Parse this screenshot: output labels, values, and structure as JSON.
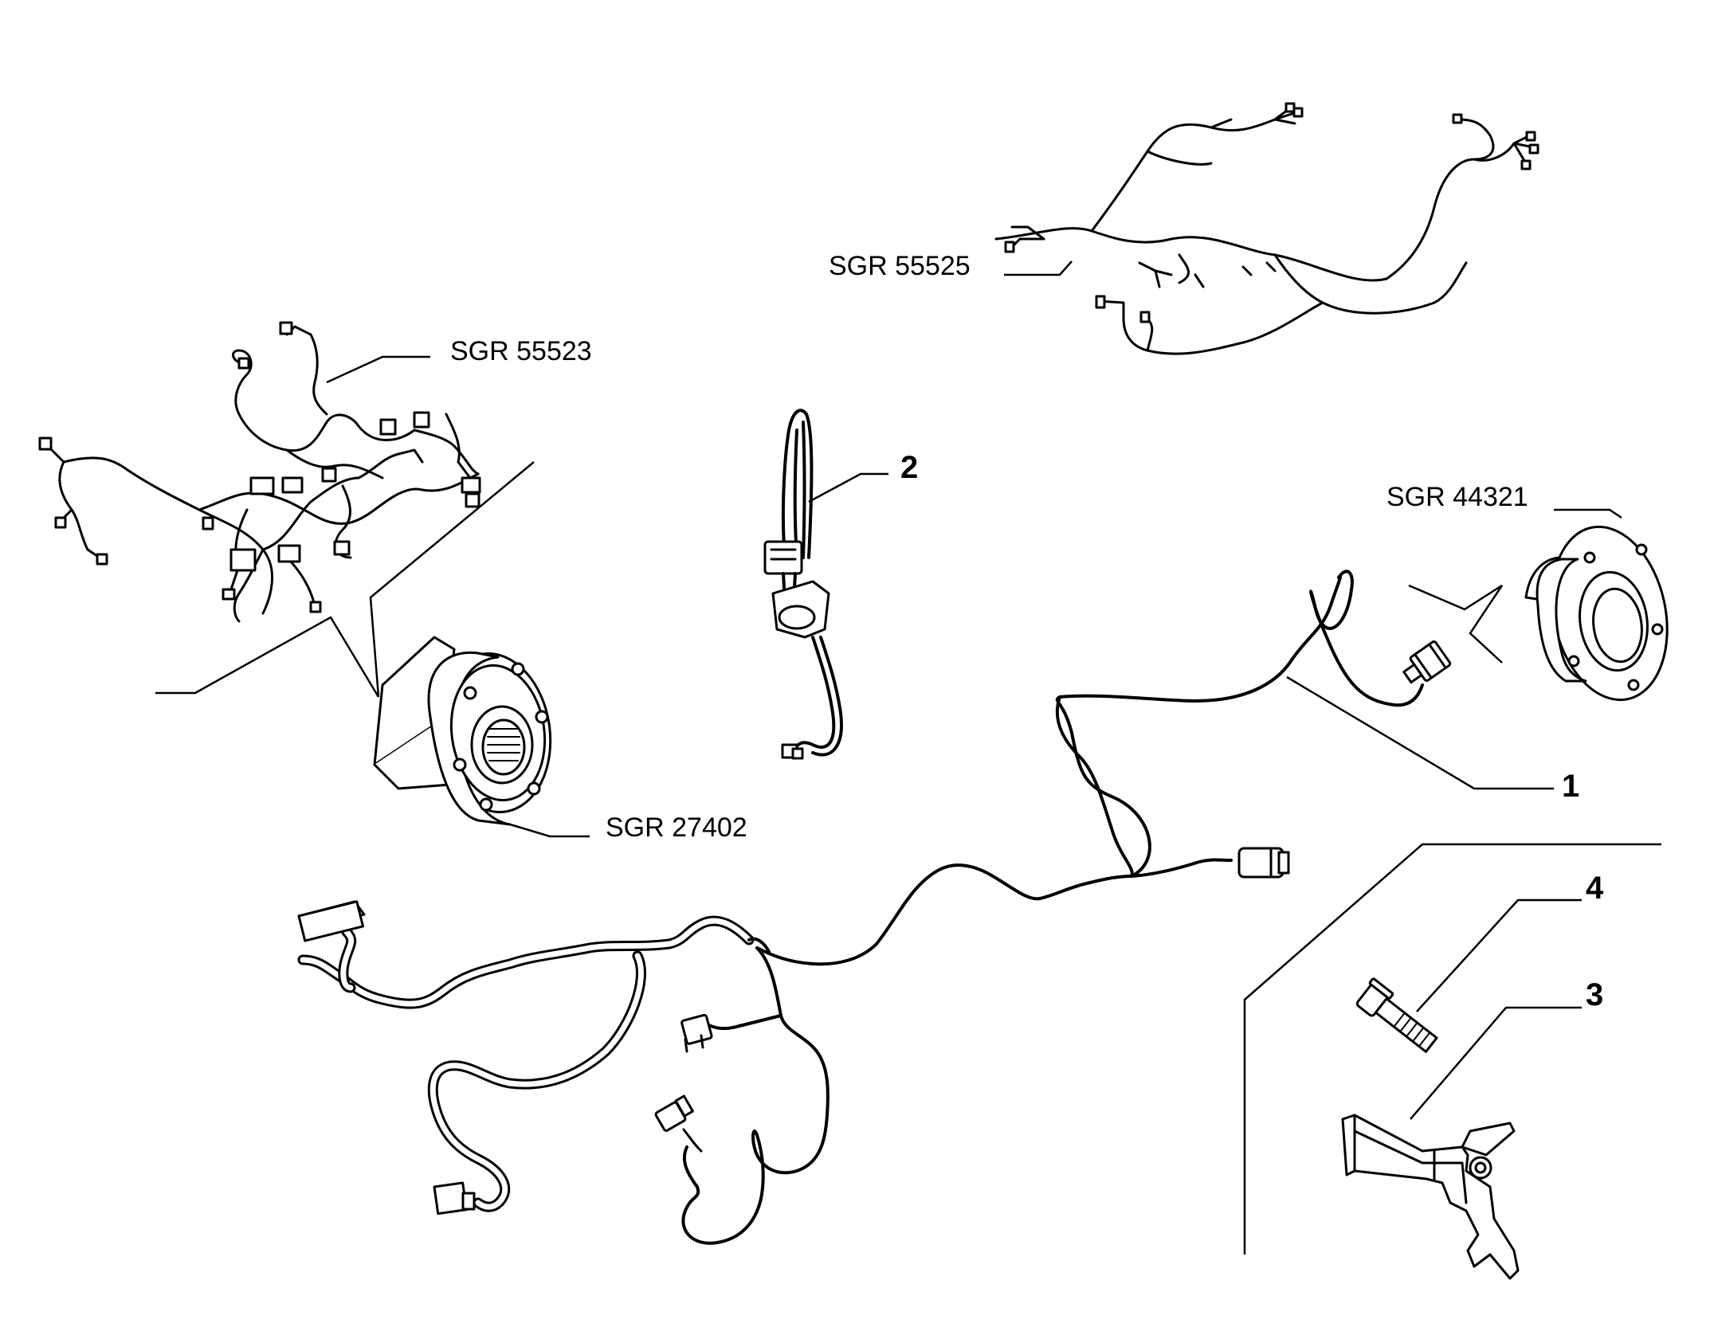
{
  "labels": {
    "sgr_55525": "SGR 55525",
    "sgr_55523": "SGR 55523",
    "sgr_44321": "SGR 44321",
    "sgr_27402": "SGR 27402",
    "part_1": "1",
    "part_2": "2",
    "part_3": "3",
    "part_4": "4"
  },
  "colors": {
    "line": "#000000",
    "background": "#ffffff"
  }
}
